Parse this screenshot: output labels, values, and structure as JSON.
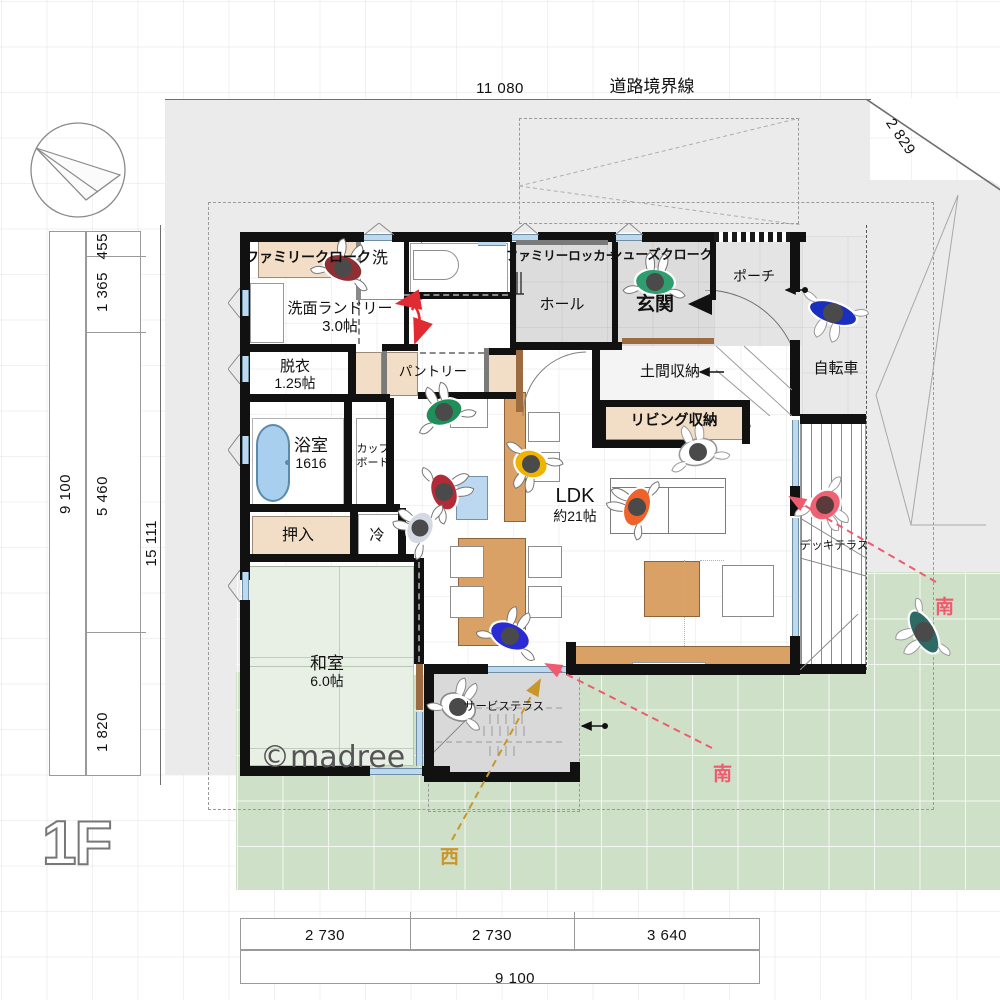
{
  "meta": {
    "floor_label": "1F",
    "watermark": "©madree"
  },
  "dimensions": {
    "top": {
      "value": "11 080",
      "boundary_label": "道路境界線"
    },
    "top_right_diagonal": "2 829",
    "left_outer": "9 100",
    "left_inner": "15 111",
    "left_segments": [
      "455",
      "1 365",
      "5 460",
      "1 820"
    ],
    "bottom_segments": [
      "2 730",
      "2 730",
      "3 640"
    ],
    "bottom_total": "9 100"
  },
  "rooms": [
    {
      "name": "family-cloak",
      "label": "ファミリークローク",
      "size": ""
    },
    {
      "name": "wash",
      "label": "洗",
      "size": ""
    },
    {
      "name": "laundry",
      "label": "洗面ランドリー",
      "size": "3.0帖"
    },
    {
      "name": "family-locker",
      "label": "ファミリーロッカー",
      "size": ""
    },
    {
      "name": "shoes-cloak",
      "label": "シューズクローク",
      "size": ""
    },
    {
      "name": "porch",
      "label": "ポーチ",
      "size": ""
    },
    {
      "name": "hall",
      "label": "ホール",
      "size": ""
    },
    {
      "name": "genkan",
      "label": "玄関",
      "size": ""
    },
    {
      "name": "undressing",
      "label": "脱衣",
      "size": "1.25帖"
    },
    {
      "name": "pantry",
      "label": "パントリー",
      "size": ""
    },
    {
      "name": "doma-storage",
      "label": "土間収納",
      "size": ""
    },
    {
      "name": "bicycle",
      "label": "自転車",
      "size": ""
    },
    {
      "name": "bathroom",
      "label": "浴室",
      "size": "1616"
    },
    {
      "name": "cupboard",
      "label": "カップボード",
      "size": ""
    },
    {
      "name": "living-storage",
      "label": "リビング収納",
      "size": ""
    },
    {
      "name": "ldk",
      "label": "LDK",
      "size": "約21帖"
    },
    {
      "name": "deck-terrace",
      "label": "デッキテラス",
      "size": ""
    },
    {
      "name": "oshiire",
      "label": "押入",
      "size": ""
    },
    {
      "name": "fridge",
      "label": "冷",
      "size": ""
    },
    {
      "name": "washitsu",
      "label": "和室",
      "size": "6.0帖"
    },
    {
      "name": "service-terrace",
      "label": "サービステラス",
      "size": ""
    }
  ],
  "room_labels": {
    "family_cloak": "ファミリークローク",
    "wash": "洗",
    "laundry": "洗面ランドリー",
    "laundry_size": "3.0帖",
    "family_locker": "ファミリーロッカー",
    "shoes_cloak": "シューズクローク",
    "porch": "ポーチ",
    "hall": "ホール",
    "genkan": "玄関",
    "undressing": "脱衣",
    "undressing_size": "1.25帖",
    "pantry": "パントリー",
    "doma_storage": "土間収納",
    "bicycle": "自転車",
    "bathroom": "浴室",
    "bathroom_size": "1616",
    "cupboard_line1": "カップ",
    "cupboard_line2": "ボード",
    "living_storage": "リビング収納",
    "ldk": "LDK",
    "ldk_size": "約21帖",
    "deck_terrace": "デッキテラス",
    "oshiire": "押入",
    "fridge": "冷",
    "washitsu": "和室",
    "washitsu_size": "6.0帖",
    "service_terrace": "サービステラス"
  },
  "direction_annotations": [
    {
      "name": "south-right",
      "label": "南",
      "color": "#e8516a"
    },
    {
      "name": "south-bottom",
      "label": "南",
      "color": "#e8516a"
    },
    {
      "name": "west-bottom",
      "label": "西",
      "color": "#c9962a"
    }
  ],
  "colors": {
    "wall": "#111111",
    "closet_fill": "#f2ddc7",
    "tatami_fill": "#e8f0e6",
    "wood_fill": "#d9a165",
    "site_gray": "#ebebeb",
    "lawn_green": "#cfe0c8",
    "terrace_gray": "#d9d9d9",
    "accent_red": "#e8516a",
    "accent_orange": "#c9962a",
    "water_blue": "#a8cfee"
  },
  "people": [
    {
      "name": "person-family-cloak",
      "color": "#8f2f33"
    },
    {
      "name": "person-shoes-cloak",
      "color": "#2f9e6e"
    },
    {
      "name": "person-kitchen-green",
      "color": "#1f8f5a"
    },
    {
      "name": "person-kitchen-red",
      "color": "#b22b38"
    },
    {
      "name": "person-kitchen-yellow",
      "color": "#f0b400"
    },
    {
      "name": "person-fridge-gray",
      "color": "#cfd4e0"
    },
    {
      "name": "person-dining-blue",
      "color": "#2b2bd4"
    },
    {
      "name": "person-sofa-orange",
      "color": "#f0622a"
    },
    {
      "name": "person-living-white",
      "color": "#ffffff"
    },
    {
      "name": "person-deck-red",
      "color": "#e8516a"
    },
    {
      "name": "person-bicycle-blue",
      "color": "#1a2ec0"
    },
    {
      "name": "person-lawn-teal",
      "color": "#2d6a63"
    },
    {
      "name": "person-terrace-white",
      "color": "#ffffff"
    }
  ]
}
